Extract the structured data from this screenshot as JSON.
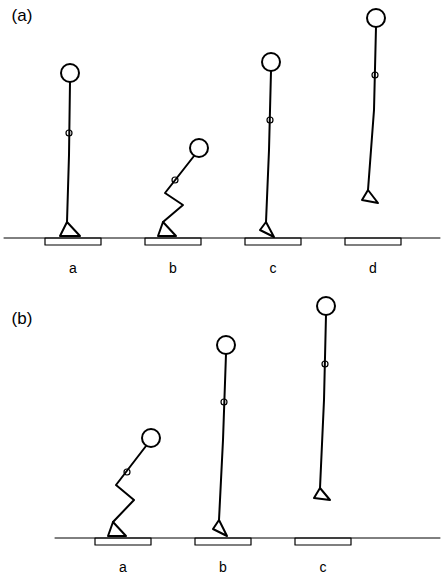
{
  "diagram": {
    "labels": [
      "(a)",
      "a",
      "b",
      "c",
      "d",
      "(b)",
      "a",
      "b",
      "c"
    ]
  }
}
